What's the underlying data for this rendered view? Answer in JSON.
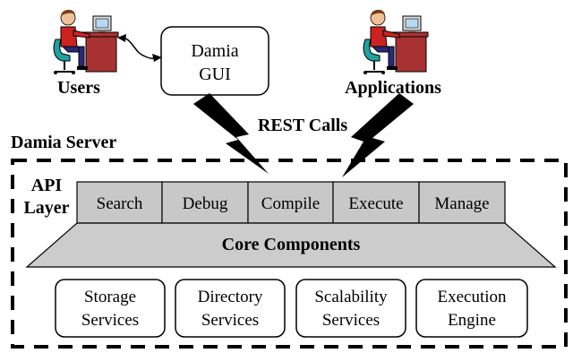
{
  "actors": {
    "users": "Users",
    "applications": "Applications"
  },
  "gui": {
    "line1": "Damia",
    "line2": "GUI"
  },
  "rest_calls": "REST Calls",
  "server_title": "Damia Server",
  "api_layer": {
    "line1": "API",
    "line2": "Layer"
  },
  "api_tabs": [
    "Search",
    "Debug",
    "Compile",
    "Execute",
    "Manage"
  ],
  "core_components": "Core Components",
  "services": [
    [
      "Storage",
      "Services"
    ],
    [
      "Directory",
      "Services"
    ],
    [
      "Scalability",
      "Services"
    ],
    [
      "Execution",
      "Engine"
    ]
  ],
  "colors": {
    "api_fill": "#c8c8c8",
    "core_fill": "#cccccc",
    "person_shirt": "#cc2222",
    "person_skin": "#f0c098",
    "chair": "#20a0a0",
    "desk": "#a83232",
    "monitor": "#e0e0e0"
  },
  "icons": {
    "users": "person-at-computer-icon",
    "applications": "person-at-computer-icon"
  }
}
